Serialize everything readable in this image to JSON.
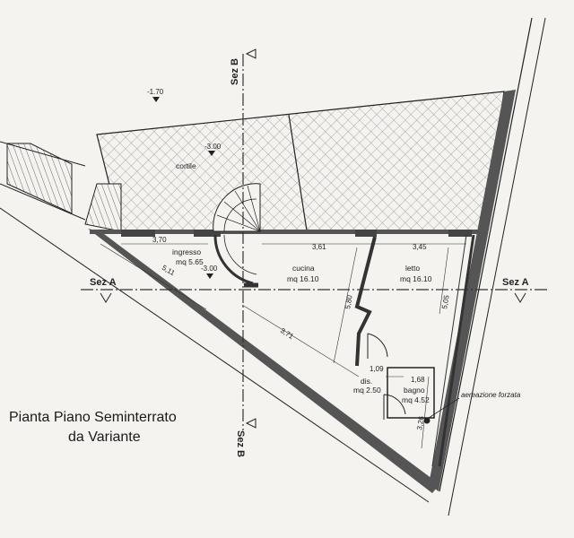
{
  "title": {
    "line1": "Pianta Piano Seminterrato",
    "line2": "da Variante"
  },
  "sections": {
    "b_top": "Sez B",
    "b_bottom": "Sez B",
    "a_left": "Sez A",
    "a_right": "Sez A"
  },
  "levels": {
    "top": "-1.70",
    "cortile": "-3.00",
    "ingresso": "-3.00"
  },
  "rooms": {
    "cortile": {
      "name": "cortile"
    },
    "ingresso": {
      "name": "ingresso",
      "area": "mq 5.65"
    },
    "cucina": {
      "name": "cucina",
      "area": "mq 16.10"
    },
    "letto": {
      "name": "letto",
      "area": "mq 16.10"
    },
    "dis": {
      "name": "dis.",
      "area": "mq 2.50"
    },
    "bagno": {
      "name": "bagno",
      "area": "mq 4.52"
    }
  },
  "dimensions": {
    "d370": "3,70",
    "d361": "3,61",
    "d345": "3,45",
    "d511": "5,11",
    "d371": "3,71",
    "d580": "5,80",
    "d505": "5,05",
    "d109": "1,09",
    "d168": "1,68",
    "d326": "3,26"
  },
  "annotation": "aereazione forzata"
}
